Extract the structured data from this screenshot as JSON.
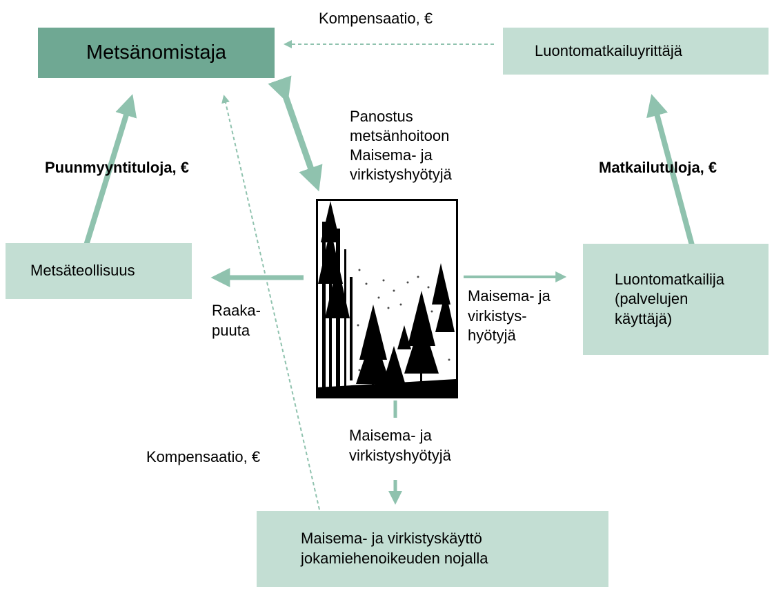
{
  "nodes": {
    "forest_owner": "Metsänomistaja",
    "tourism_entrepreneur": "Luontomatkailuyrittäjä",
    "forest_industry": "Metsäteollisuus",
    "nature_tourist": "Luontomatkailija\n(palvelujen\nkäyttäjä)",
    "everyman_use": "Maisema- ja virkistyskäyttö\njokamiehenoikeuden nojalla"
  },
  "labels": {
    "compensation_top": "Kompensaatio, €",
    "compensation_left": "Kompensaatio, €",
    "timber_sales": "Puunmyyntituloja, €",
    "tourism_income": "Matkailutuloja, €",
    "investment": "Panostus\nmetsänhoitoon\nMaisema- ja\nvirkistyshyötyjä",
    "raw_wood": "Raaka-\npuuta",
    "benefits_right": "Maisema- ja\nvirkistys-\nhyötyjä",
    "benefits_bottom": "Maisema- ja\nvirkistyshyötyjä"
  },
  "colors": {
    "dark_box": "#6fa893",
    "light_box": "#c3ded3",
    "arrow": "#8fc2ae"
  }
}
